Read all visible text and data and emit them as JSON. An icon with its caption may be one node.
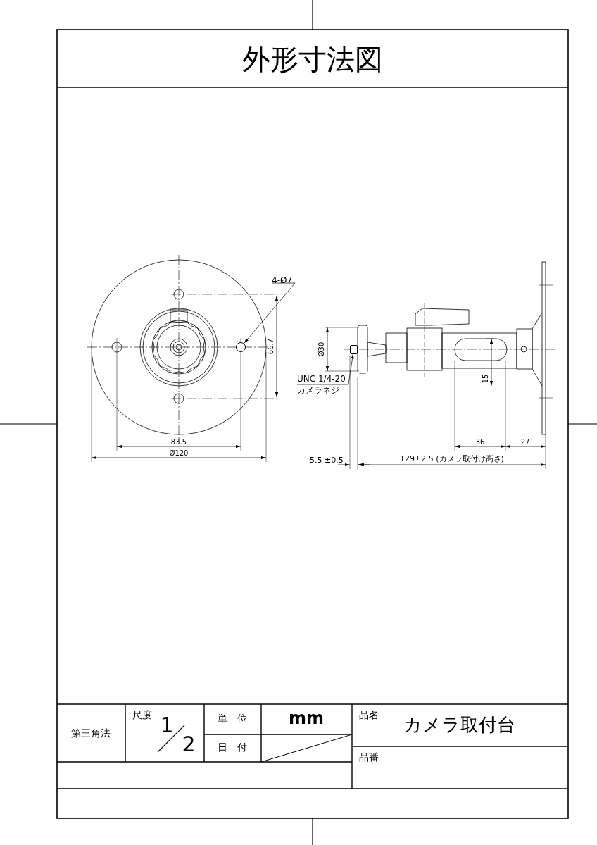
{
  "diagram": {
    "title": "外形寸法図",
    "nodes": [
      {
        "text": [
          "4-Ø7"
        ]
      },
      {
        "text": [],
        "shape": "circle"
      },
      {
        "text": [
          "UNC 1/4-20",
          "カメラネジ"
        ]
      },
      {
        "text": [],
        "shape": "cylinder"
      }
    ],
    "edges": [
      {
        "from": 0,
        "to": 1,
        "arrow": "to"
      },
      {
        "from": 2,
        "to": 3,
        "arrow": "to"
      }
    ],
    "labels": [
      "66.7",
      "83.5",
      "Ø120",
      "Ø30",
      "15",
      "36",
      "27",
      "5.5 ±0.5",
      "129±2.5 (カメラ取付け高さ)",
      "第三角法",
      "尺度",
      "1",
      "2",
      "単 位",
      "mm",
      "日 付",
      "品名",
      "カメラ取付台",
      "品番"
    ]
  }
}
